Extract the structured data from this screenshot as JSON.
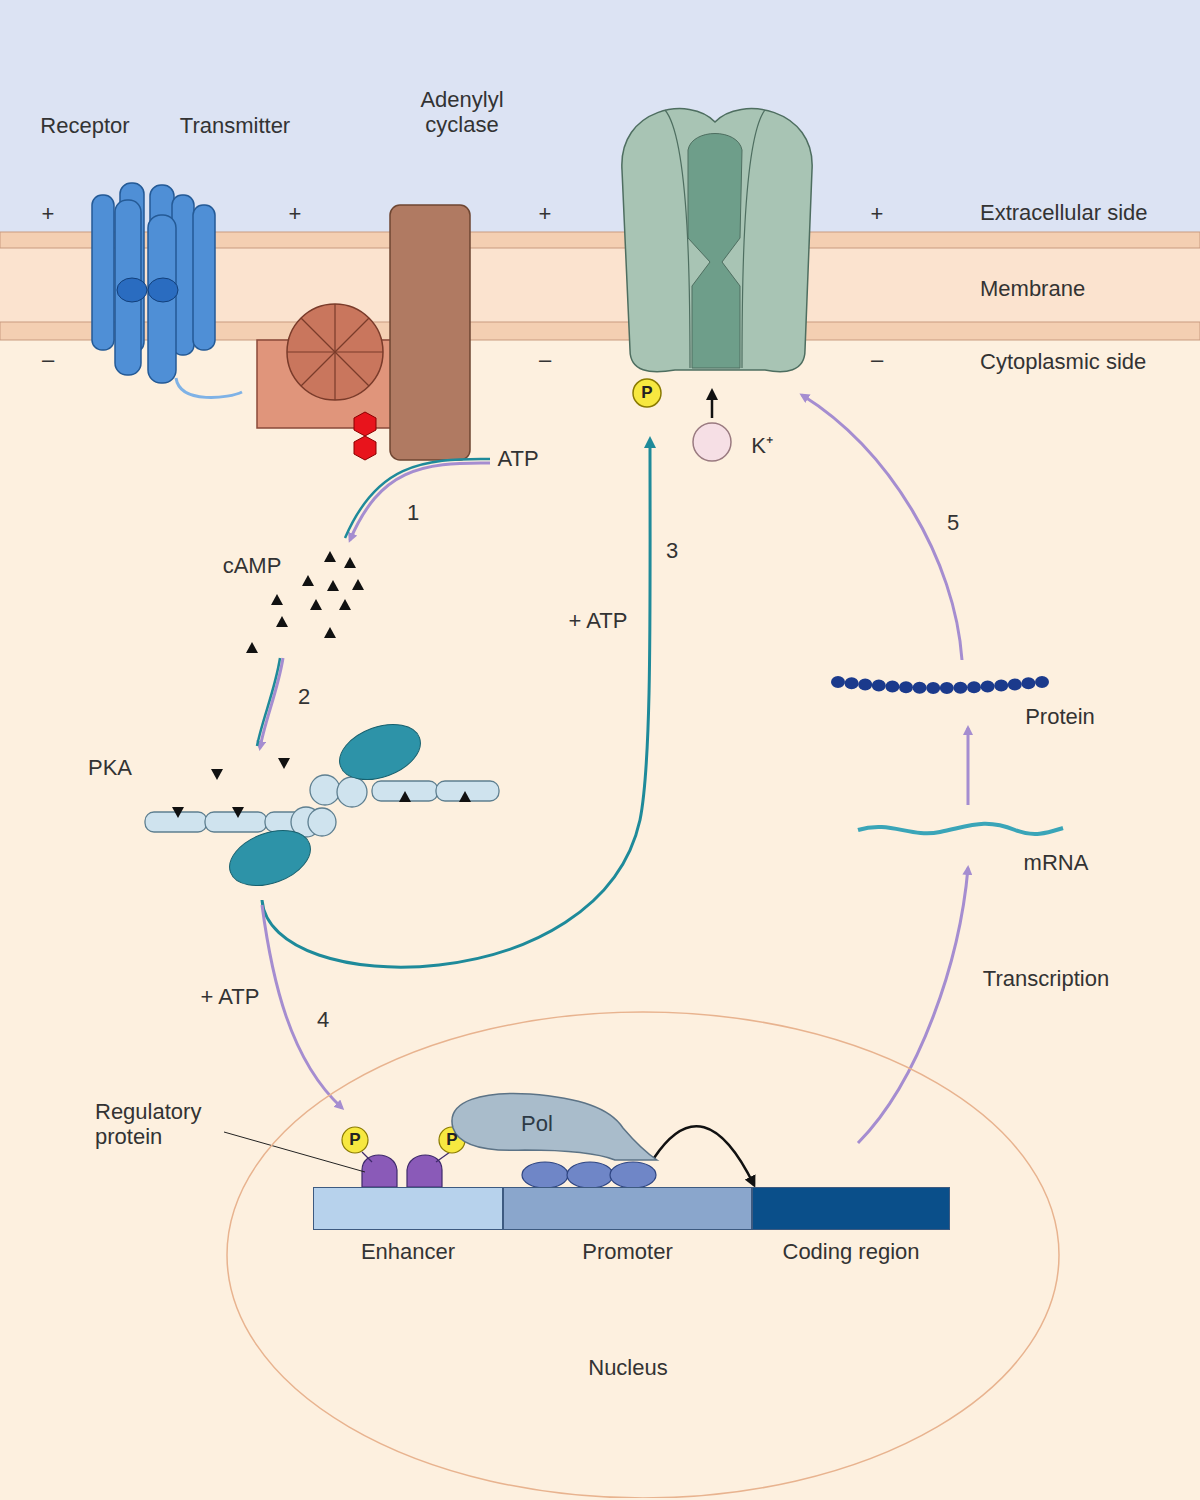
{
  "diagram": {
    "nodes": [
      {
        "text": [
          "Nucleus"
        ]
      },
      {
        "text": [
          "Pol"
        ],
        "in": 0
      },
      {
        "text": [
          "Enhancer"
        ],
        "in": 0
      },
      {
        "text": [
          "Promoter"
        ],
        "in": 0
      },
      {
        "text": [
          "Coding region"
        ],
        "in": 0
      }
    ],
    "edges": [
      {
        "from": 1,
        "to": 4,
        "arrow": "to"
      }
    ],
    "labels": [
      "Receptor",
      "Transmitter",
      "Adenylyl cyclase",
      "+",
      "+",
      "+",
      "+",
      "Extracellular side",
      "Membrane",
      "Cytoplasmic side",
      "–",
      "–",
      "–",
      "P",
      "K⁺",
      "ATP",
      "1",
      "cAMP",
      "2",
      "PKA",
      "3",
      "+ ATP",
      "Protein",
      "5",
      "mRNA",
      "Transcription",
      "+ ATP",
      "4",
      "Regulatory protein",
      "P",
      "P"
    ]
  }
}
